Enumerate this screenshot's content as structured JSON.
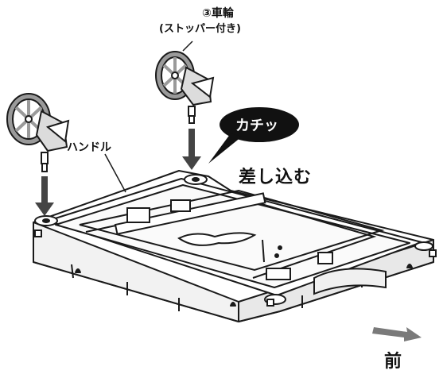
{
  "labels": {
    "caster_title": "③車輪",
    "caster_sub": "(ストッパー付き)",
    "handle": "ハンドル",
    "click": "カチッ",
    "insert": "差し込む",
    "front": "前"
  },
  "colors": {
    "line": "#1a1a1a",
    "fill": "#ffffff",
    "shade": "#d9d9d9",
    "wheel": "#9a9a9a",
    "bubble": "#111111",
    "arrow": "#444444",
    "front_arrow": "#7a7a7a"
  }
}
